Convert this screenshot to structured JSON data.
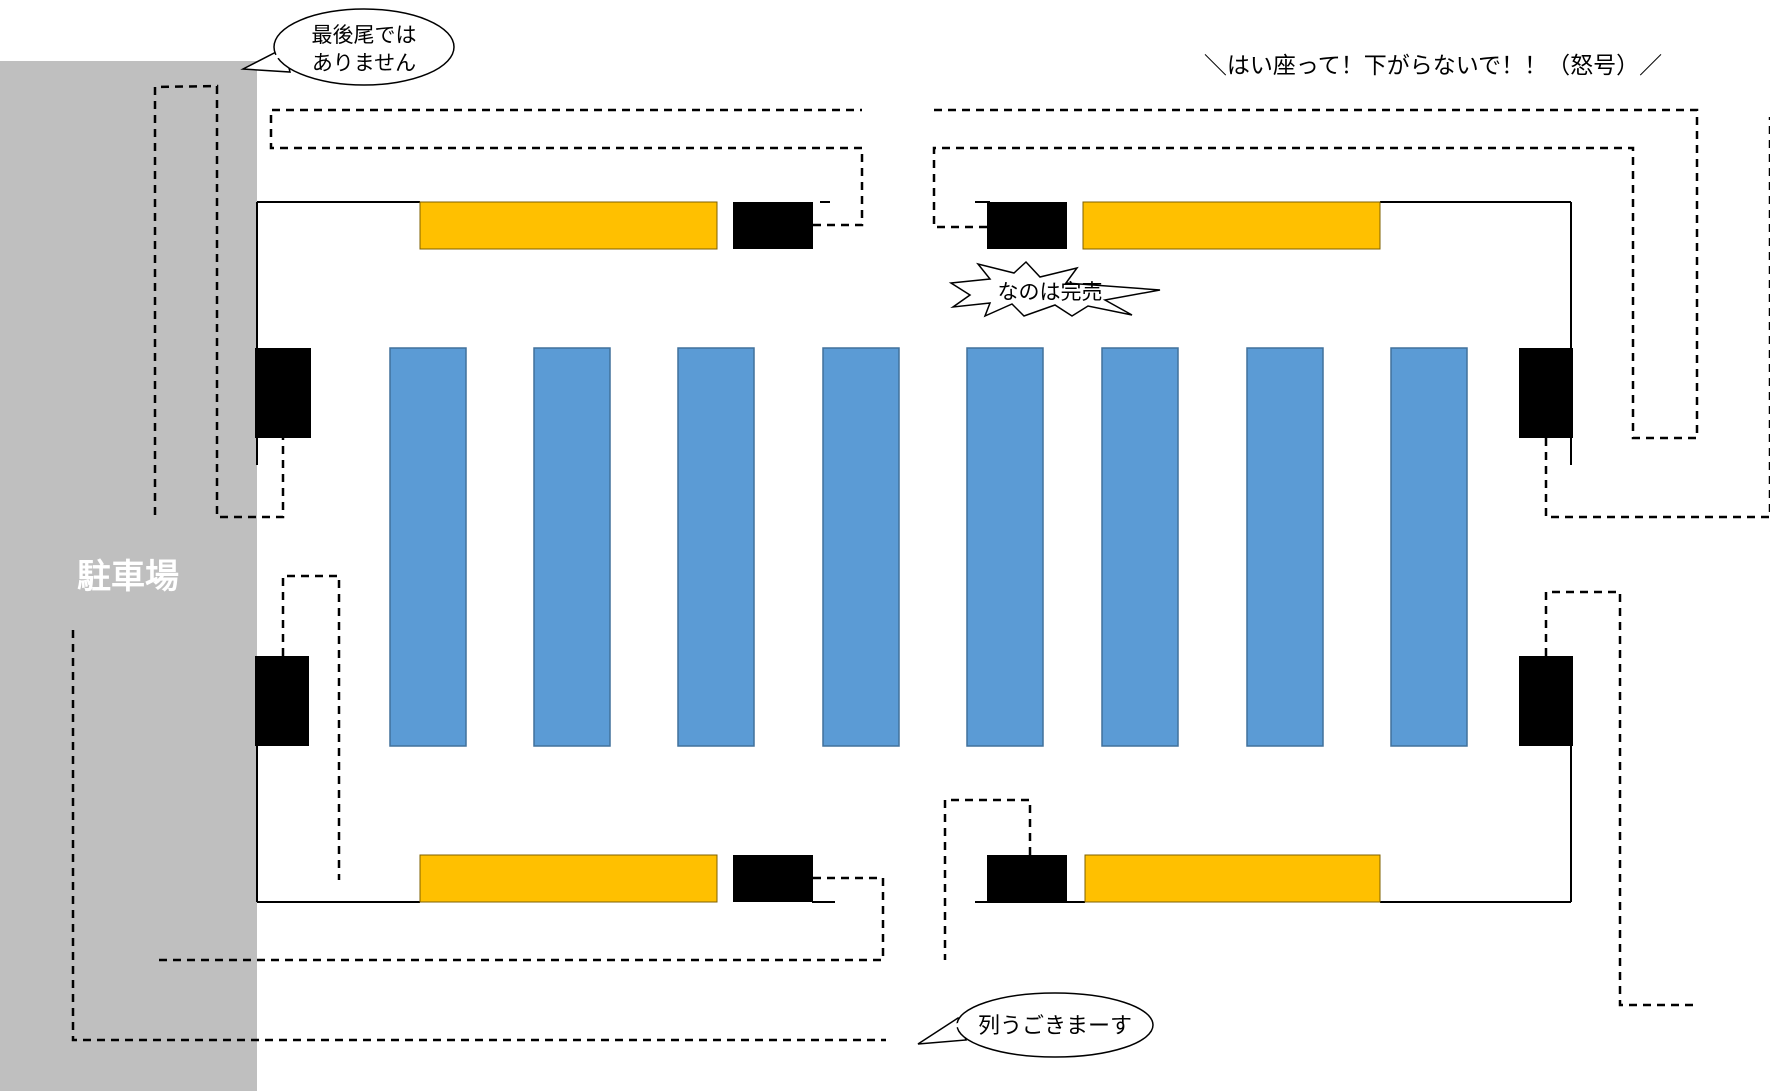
{
  "parking_label": "駐車場",
  "callouts": {
    "not_end_line1": "最後尾では",
    "not_end_line2": "ありません",
    "line_moving": "列うごきまーす",
    "sold_out": "なのは完売",
    "angry_shout": "＼はい座って！下がらないで！！（怒号）／"
  },
  "colors": {
    "parking": "#bfbfbf",
    "table_blue": "#5b9bd5",
    "table_blue_border": "#41719c",
    "table_yellow": "#ffc000",
    "table_yellow_border": "#7f6000",
    "booth_black": "#000000",
    "wall": "#000000",
    "queue_line": "#000000"
  },
  "legend_icons": {
    "blue_tables": "island-table",
    "yellow_tables": "wall-table",
    "black_blocks": "wall-circle-booth"
  }
}
